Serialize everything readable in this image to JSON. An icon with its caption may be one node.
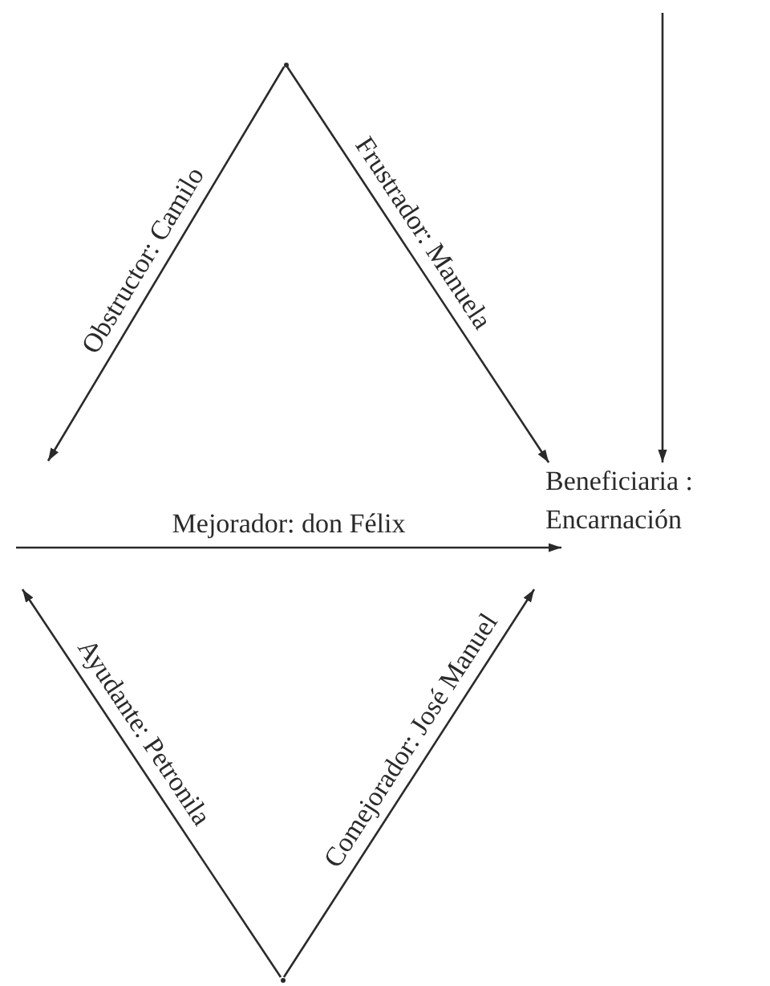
{
  "diagram": {
    "nodes": [
      {
        "text": [],
        "shape": "vertex"
      },
      {
        "text": [
          "Beneficiaria : Encarnación"
        ]
      },
      {
        "text": [],
        "shape": "vertex"
      }
    ],
    "edges": [
      {
        "from": 0,
        "to": null,
        "arrow": "to",
        "label": "Obstructor: Camilo"
      },
      {
        "from": 0,
        "to": 1,
        "arrow": "to",
        "label": "Frustrador: Manuela"
      },
      {
        "from": null,
        "to": 1,
        "arrow": "to"
      },
      {
        "from": null,
        "to": 1,
        "arrow": "to",
        "label": "Mejorador: don Félix"
      },
      {
        "from": 2,
        "to": null,
        "arrow": "to",
        "label": "Ayudante: Petronila"
      },
      {
        "from": 2,
        "to": null,
        "arrow": "to",
        "label": "Comejorador: José Manuel"
      }
    ]
  }
}
